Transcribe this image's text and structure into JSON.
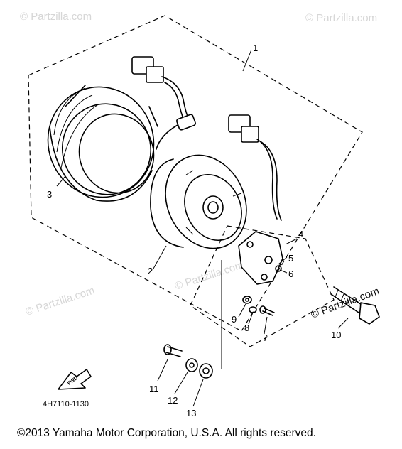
{
  "diagram": {
    "watermark": "© Partzilla.com",
    "callouts": [
      "1",
      "2",
      "3",
      "4",
      "5",
      "6",
      "7",
      "8",
      "9",
      "10",
      "11",
      "12",
      "13"
    ],
    "direction_label": "FWD",
    "drawing_code": "4H7110-1130",
    "copyright": "©2013  Yamaha Motor Corporation, U.S.A. All rights reserved."
  }
}
